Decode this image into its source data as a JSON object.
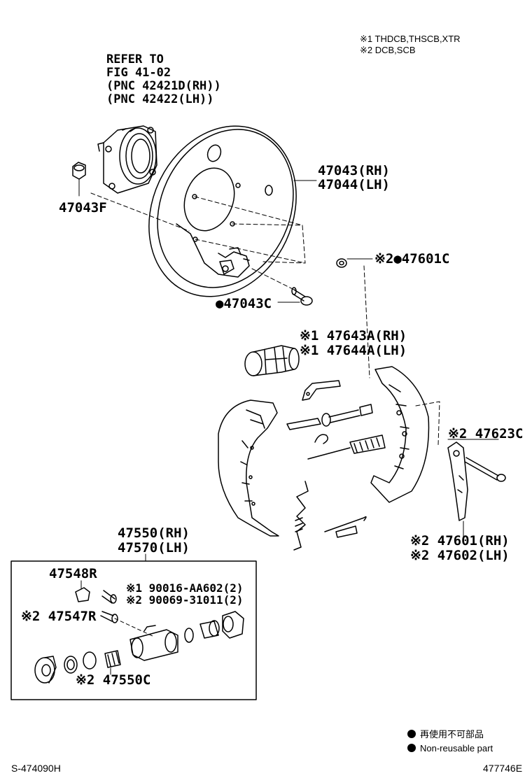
{
  "notes": {
    "n1": "※1 THDCB,THSCB,XTR",
    "n2": "※2 DCB,SCB"
  },
  "refer": {
    "line1": "REFER TO",
    "line2": "FIG 41-02",
    "line3": "(PNC 42421D(RH))",
    "line4": "(PNC 42422(LH))"
  },
  "labels": {
    "p47043rh": "47043(RH)",
    "p47044lh": "47044(LH)",
    "p47043f": "47043F",
    "p47601c": "※2●47601C",
    "p47043c": "●47043C",
    "p47643a": "※1 47643A(RH)",
    "p47644a": "※1 47644A(LH)",
    "p47623c": "※2 47623C",
    "p47601rh": "※2 47601(RH)",
    "p47602lh": "※2 47602(LH)",
    "p47550rh": "47550(RH)",
    "p47570lh": "47570(LH)",
    "p47548r": "47548R",
    "p90016": "※1 90016-AA602(2)",
    "p90069": "※2 90069-31011(2)",
    "p47547r": "※2 47547R",
    "p47550c": "※2 47550C"
  },
  "legend": {
    "jp": "再使用不可部品",
    "en": "Non-reusable part"
  },
  "codes": {
    "left": "S-474090H",
    "right": "477746E"
  }
}
